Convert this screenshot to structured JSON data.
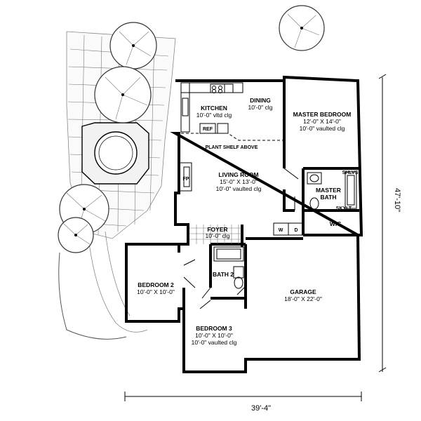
{
  "rooms": {
    "kitchen": {
      "name": "KITCHEN",
      "size": "10'-0\" vltd clg"
    },
    "ref": {
      "name": "REF"
    },
    "dining": {
      "name": "DINING",
      "size": "10'-0\" clg"
    },
    "master_bedroom": {
      "name": "MASTER BEDROOM",
      "size": "12'-0\" X 14'-0\"",
      "ceiling": "10'-0\" vaulted clg"
    },
    "plant_shelf": {
      "name": "PLANT SHELF ABOVE"
    },
    "fp": {
      "name": "FP"
    },
    "living_room": {
      "name": "LIVING ROOM",
      "size": "15'-0\" X 13'-0\"",
      "ceiling": "10'-0\" vaulted clg"
    },
    "shlvs": {
      "name": "SHLVS"
    },
    "master_bath": {
      "name": "MASTER",
      "name2": "BATH"
    },
    "skylt": {
      "name": "SKYLT"
    },
    "wic": {
      "name": "WIC"
    },
    "washer": {
      "name": "W"
    },
    "dryer": {
      "name": "D"
    },
    "foyer": {
      "name": "FOYER",
      "size": "10'-0\" clg"
    },
    "bath2": {
      "name": "BATH 2"
    },
    "bedroom2": {
      "name": "BEDROOM 2",
      "size": "10'-0\" X 10'-0\""
    },
    "garage": {
      "name": "GARAGE",
      "size": "18'-0\" X 22'-0\""
    },
    "bedroom3": {
      "name": "BEDROOM 3",
      "size": "10'-0\" X 10'-0\"",
      "ceiling": "10'-0\" vaulted clg"
    }
  },
  "dimensions": {
    "width": "39'-4\"",
    "depth": "47'-10\""
  }
}
